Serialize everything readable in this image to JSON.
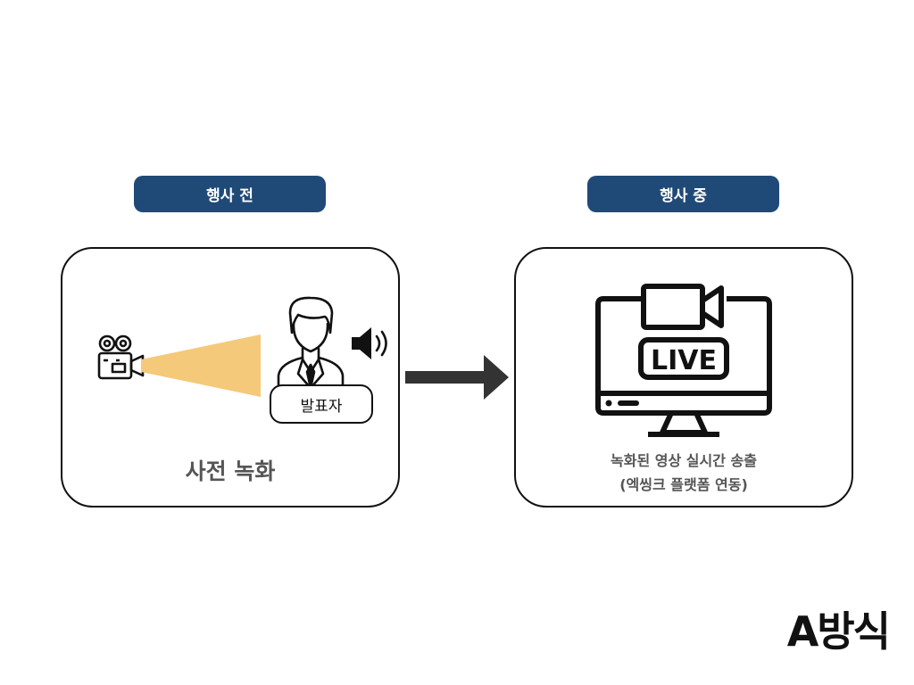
{
  "stages": {
    "before": {
      "tag": "행사 전",
      "presenter_label": "발표자",
      "caption": "사전 녹화",
      "icons": [
        "movie-camera-icon",
        "presenter-icon",
        "speaker-icon"
      ]
    },
    "during": {
      "tag": "행사 중",
      "caption_line1": "녹화된 영상 실시간 송출",
      "caption_line2": "(엑씽크 플랫폼 연동)",
      "live_text": "LIVE",
      "icons": [
        "live-monitor-icon",
        "video-camera-icon"
      ]
    }
  },
  "method_label": "A방식",
  "colors": {
    "tag_bg": "#1f4a78",
    "spotlight": "#f5c97a",
    "arrow": "#333333"
  }
}
